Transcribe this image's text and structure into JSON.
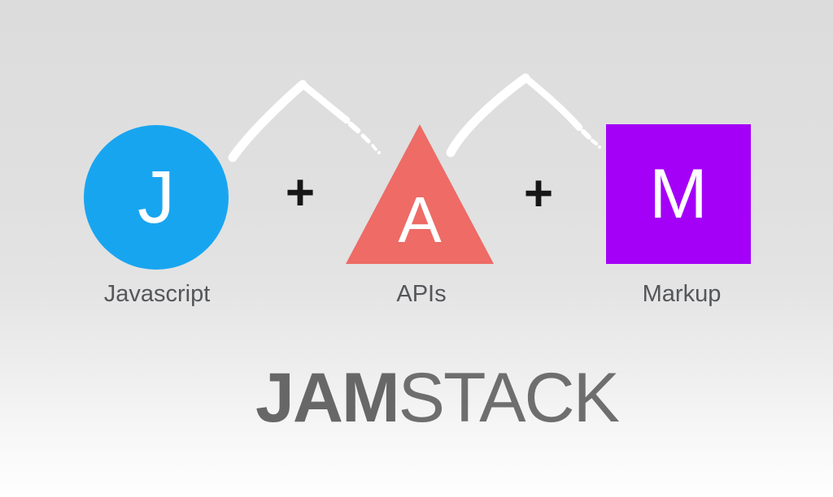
{
  "diagram": {
    "background": {
      "top_color": "#dcdcdc",
      "bottom_color": "#fefefe"
    },
    "items": [
      {
        "id": "javascript",
        "shape": "circle",
        "letter": "J",
        "label": "Javascript",
        "color": "#18a5f0",
        "letter_color": "#ffffff"
      },
      {
        "id": "apis",
        "shape": "triangle",
        "letter": "A",
        "label": "APIs",
        "color": "#ee6b66",
        "letter_color": "#ffffff"
      },
      {
        "id": "markup",
        "shape": "square",
        "letter": "M",
        "label": "Markup",
        "color": "#a400f8",
        "letter_color": "#ffffff"
      }
    ],
    "plus_sign": "+",
    "plus_color": "#161616",
    "connector_color": "#ffffff",
    "label_color": "#55565a",
    "title": {
      "bold_part": "JAM",
      "regular_part": "STACK",
      "color": "#696969"
    }
  }
}
